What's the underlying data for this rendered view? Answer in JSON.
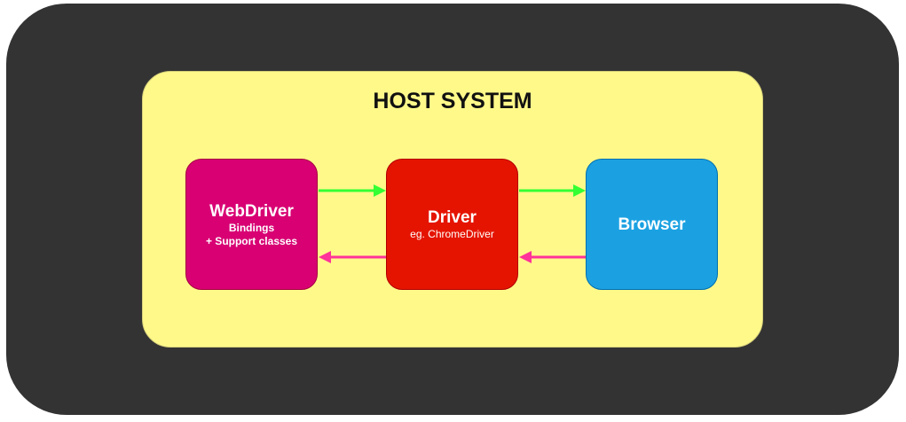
{
  "diagram": {
    "container": {
      "title": "HOST SYSTEM"
    },
    "nodes": [
      {
        "id": "webdriver",
        "title": "WebDriver",
        "subtitle_lines": [
          "Bindings",
          "+ Support classes"
        ],
        "fill": "#d80073"
      },
      {
        "id": "driver",
        "title": "Driver",
        "subtitle_lines": [
          "eg. ChromeDriver"
        ],
        "fill": "#e51400"
      },
      {
        "id": "browser",
        "title": "Browser",
        "subtitle_lines": [],
        "fill": "#1ba1e2"
      }
    ],
    "edges": [
      {
        "from": "webdriver",
        "to": "driver",
        "color": "#33ff33"
      },
      {
        "from": "driver",
        "to": "browser",
        "color": "#33ff33"
      },
      {
        "from": "browser",
        "to": "driver",
        "color": "#ff3399"
      },
      {
        "from": "driver",
        "to": "webdriver",
        "color": "#ff3399"
      }
    ],
    "colors": {
      "outer_background": "#333333",
      "container_fill": "#fff98a",
      "request_arrow": "#33ff33",
      "response_arrow": "#ff3399"
    }
  }
}
